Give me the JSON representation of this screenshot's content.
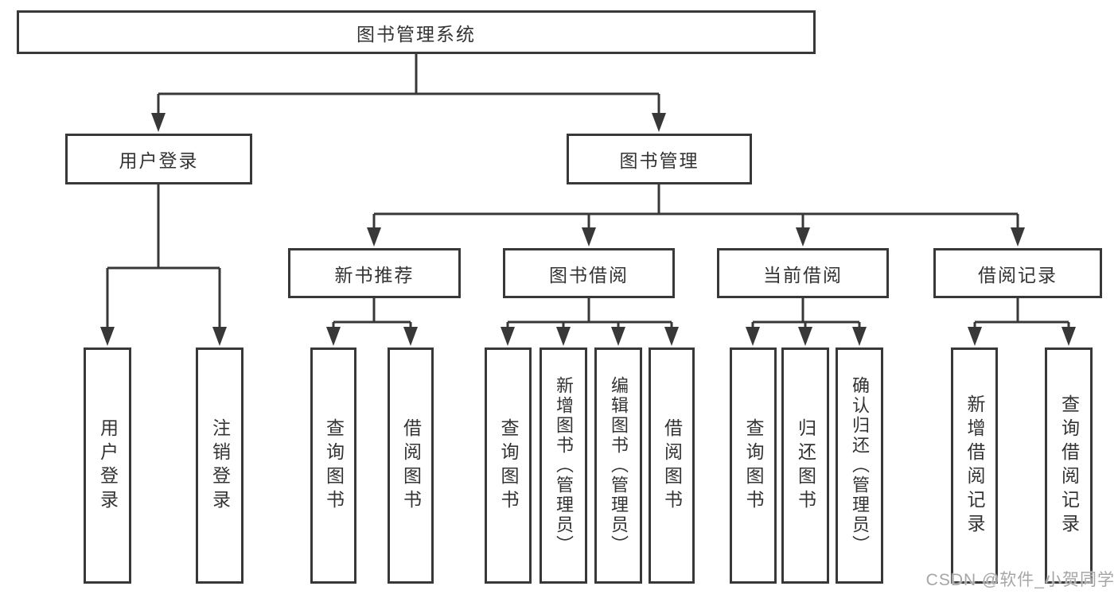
{
  "colors": {
    "line": "#383838",
    "text": "#333333",
    "watermark": "#a6a6a6"
  },
  "watermark": "CSDN @软件_小贺同学",
  "tree": {
    "label": "图书管理系统",
    "children": [
      {
        "label": "用户登录",
        "children": [
          {
            "label": "用户登录"
          },
          {
            "label": "注销登录"
          }
        ]
      },
      {
        "label": "图书管理",
        "children": [
          {
            "label": "新书推荐",
            "children": [
              {
                "label": "查询图书"
              },
              {
                "label": "借阅图书"
              }
            ]
          },
          {
            "label": "图书借阅",
            "children": [
              {
                "label": "查询图书"
              },
              {
                "label": "新增图书（管理员）"
              },
              {
                "label": "编辑图书（管理员）"
              },
              {
                "label": "借阅图书"
              }
            ]
          },
          {
            "label": "当前借阅",
            "children": [
              {
                "label": "查询图书"
              },
              {
                "label": "归还图书"
              },
              {
                "label": "确认归还（管理员）"
              }
            ]
          },
          {
            "label": "借阅记录",
            "children": [
              {
                "label": "新增借阅记录"
              },
              {
                "label": "查询借阅记录"
              }
            ]
          }
        ]
      }
    ]
  }
}
